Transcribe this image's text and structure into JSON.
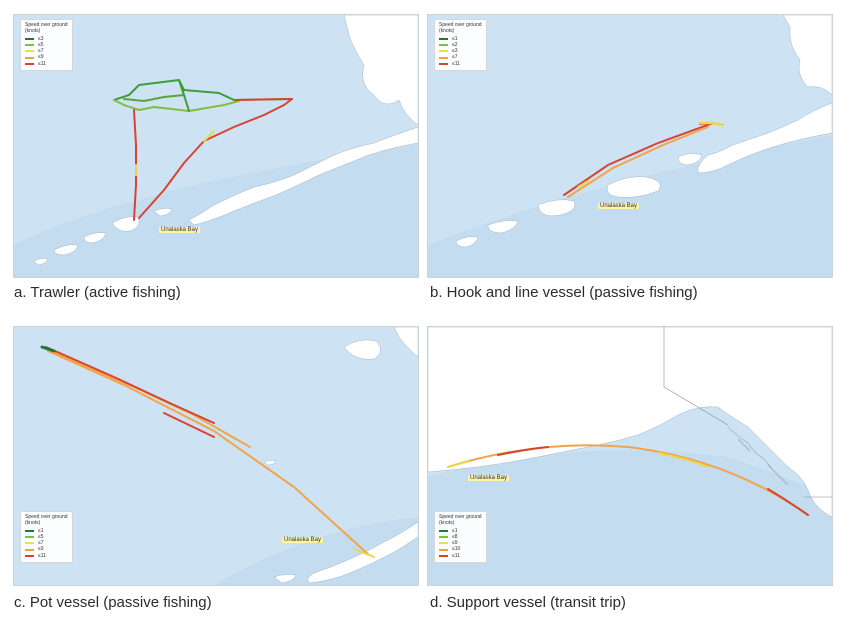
{
  "panels": [
    {
      "id": "a",
      "caption": "a. Trawler (active fishing)",
      "legend": {
        "title": "Speed over ground\n(knots)",
        "items": [
          {
            "label": "≤3",
            "color": "#1a7a3a"
          },
          {
            "label": "≤5",
            "color": "#7fbf3f"
          },
          {
            "label": "≤7",
            "color": "#e7e24a"
          },
          {
            "label": "≤9",
            "color": "#f2a23a"
          },
          {
            "label": "≤11",
            "color": "#d9402e"
          }
        ]
      },
      "place_label": "Unalaska Bay"
    },
    {
      "id": "b",
      "caption": "b. Hook and line vessel (passive fishing)",
      "legend": {
        "title": "Speed over ground\n(knots)",
        "items": [
          {
            "label": "≤1",
            "color": "#1a7a3a"
          },
          {
            "label": "≤2",
            "color": "#7fbf3f"
          },
          {
            "label": "≤3",
            "color": "#e7e24a"
          },
          {
            "label": "≤7",
            "color": "#f2a23a"
          },
          {
            "label": "≤11",
            "color": "#d9402e"
          }
        ]
      },
      "place_label": "Unalaska Bay"
    },
    {
      "id": "c",
      "caption": "c. Pot vessel (passive fishing)",
      "legend": {
        "title": "Speed over ground\n(knots)",
        "items": [
          {
            "label": "≤1",
            "color": "#1a7a3a"
          },
          {
            "label": "≤5",
            "color": "#7fbf3f"
          },
          {
            "label": "≤7",
            "color": "#e7e24a"
          },
          {
            "label": "≤9",
            "color": "#f2a23a"
          },
          {
            "label": "≤11",
            "color": "#d9402e"
          }
        ]
      },
      "place_label": "Unalaska Bay"
    },
    {
      "id": "d",
      "caption": "d. Support vessel (transit trip)",
      "legend": {
        "title": "Speed over ground\n(knots)",
        "items": [
          {
            "label": "≤1",
            "color": "#1a7a3a"
          },
          {
            "label": "≤8",
            "color": "#7fbf3f"
          },
          {
            "label": "≤9",
            "color": "#e7e24a"
          },
          {
            "label": "≤10",
            "color": "#f2a23a"
          },
          {
            "label": "≤11",
            "color": "#d9402e"
          }
        ]
      },
      "place_label": "Unalaska Bay"
    }
  ],
  "colors": {
    "ocean": "#cde3f3",
    "ocean_shelf": "#bdd9ee",
    "land": "#ffffff",
    "track_green": "#3f9c3a",
    "track_yellow": "#e8d84a",
    "track_orange": "#f0a54a",
    "track_red": "#d9432f"
  }
}
